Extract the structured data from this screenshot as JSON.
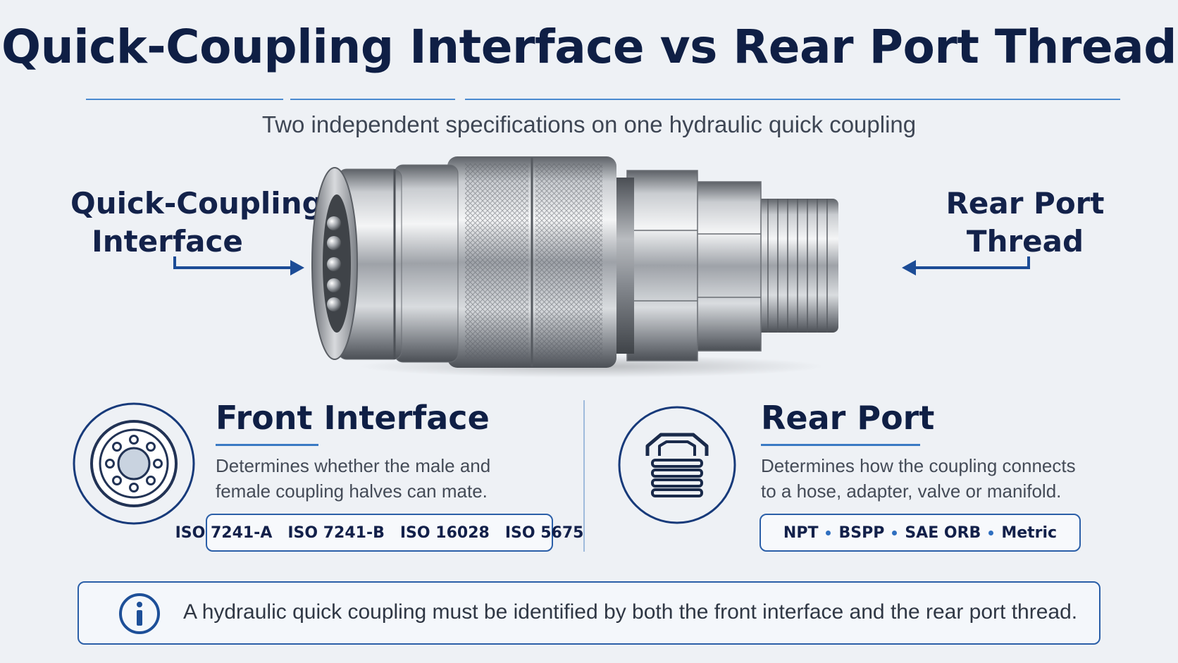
{
  "header": {
    "title": "Quick-Coupling Interface vs Rear Port Thread",
    "subtitle": "Two independent specifications on one hydraulic quick coupling"
  },
  "callouts": {
    "left": {
      "line1": "Quick-Coupling",
      "line2": "Interface"
    },
    "right": {
      "line1": "Rear Port",
      "line2": "Thread"
    }
  },
  "cards": {
    "front": {
      "title": "Front Interface",
      "desc_line1": "Determines whether the male and",
      "desc_line2": "female coupling halves can mate.",
      "specs": [
        "ISO 7241-A",
        "ISO 7241-B",
        "ISO 16028",
        "ISO 5675"
      ],
      "icon": "coupling-face-icon"
    },
    "rear": {
      "title": "Rear Port",
      "desc_line1": "Determines how the coupling connects",
      "desc_line2": "to a hose, adapter, valve or manifold.",
      "specs": [
        "NPT",
        "BSPP",
        "SAE ORB",
        "Metric"
      ],
      "icon": "thread-port-icon"
    }
  },
  "note": {
    "icon": "info-icon",
    "text": "A hydraulic quick coupling must be identified by both the front interface and the rear port thread."
  },
  "colors": {
    "navy": "#0f1f45",
    "accent_blue": "#2b5fa8",
    "rule_blue": "#4a8ad0",
    "background": "#eef1f5"
  }
}
